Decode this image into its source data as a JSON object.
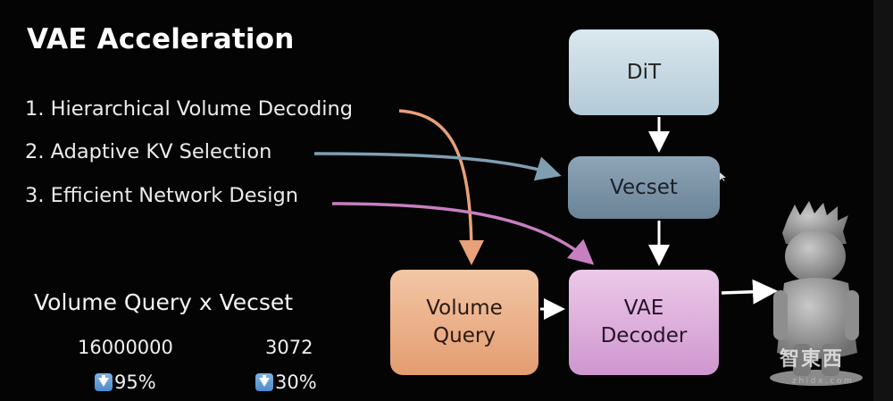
{
  "slide": {
    "title": "VAE Acceleration",
    "points": [
      "1. Hierarchical Volume Decoding",
      "2. Adaptive KV Selection",
      "3. Efficient Network Design"
    ]
  },
  "diagram": {
    "nodes": {
      "dit": "DiT",
      "vecset": "Vecset",
      "volume_query": "Volume\nQuery",
      "vae_decoder": "VAE\nDecoder"
    },
    "colors": {
      "dit": "#c9dbe5",
      "vecset": "#7b93a6",
      "volume_query": "#eab08a",
      "vae_decoder": "#dcaedc",
      "arrow_point1": "#e8a178",
      "arrow_point2": "#7f9fb1",
      "arrow_point3": "#c77fc0",
      "flow_arrow": "#ffffff"
    }
  },
  "stats": {
    "label": "Volume Query x Vecset",
    "volume_query_value": "16000000",
    "vecset_value": "3072",
    "volume_query_reduction": "95%",
    "vecset_reduction": "30%",
    "reduction_icon": "down-arrow-icon"
  },
  "watermark": {
    "text": "智東西",
    "sub": "zhidx.com"
  }
}
